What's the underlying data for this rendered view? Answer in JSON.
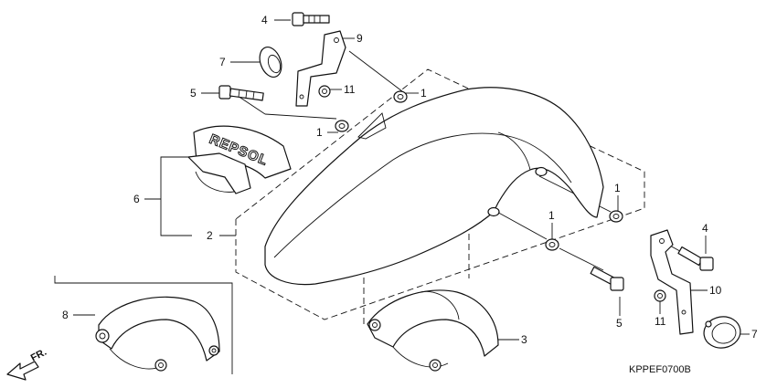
{
  "diagram": {
    "code": "KPPEF0700B",
    "direction_label": "FR.",
    "sticker_text": "REPSOL",
    "callouts": [
      {
        "id": "c4a",
        "number": "4"
      },
      {
        "id": "c9",
        "number": "9"
      },
      {
        "id": "c7a",
        "number": "7"
      },
      {
        "id": "c5a",
        "number": "5"
      },
      {
        "id": "c11a",
        "number": "11"
      },
      {
        "id": "c1a",
        "number": "1"
      },
      {
        "id": "c1b",
        "number": "1"
      },
      {
        "id": "c6",
        "number": "6"
      },
      {
        "id": "c2",
        "number": "2"
      },
      {
        "id": "c1c",
        "number": "1"
      },
      {
        "id": "c1d",
        "number": "1"
      },
      {
        "id": "c4b",
        "number": "4"
      },
      {
        "id": "c10",
        "number": "10"
      },
      {
        "id": "c11b",
        "number": "11"
      },
      {
        "id": "c5b",
        "number": "5"
      },
      {
        "id": "c7b",
        "number": "7"
      },
      {
        "id": "c8",
        "number": "8"
      },
      {
        "id": "c3",
        "number": "3"
      }
    ]
  }
}
